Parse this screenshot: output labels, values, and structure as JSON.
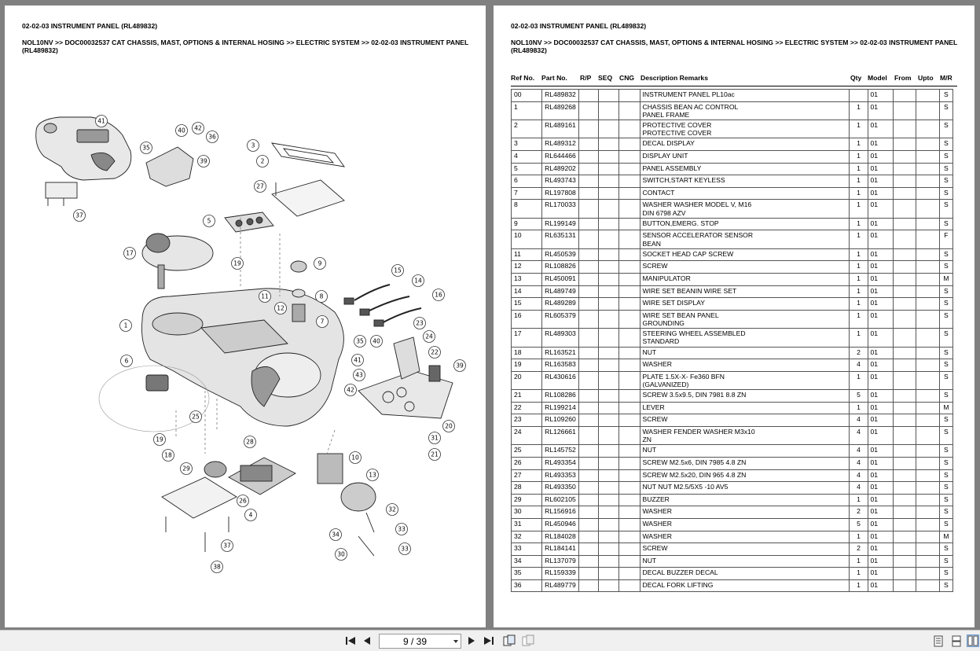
{
  "document": {
    "title": "02-02-03 INSTRUMENT PANEL (RL489832)",
    "breadcrumb": "NOL10NV >> DOC00032537 CAT CHASSIS, MAST, OPTIONS & INTERNAL HOSING >> ELECTRIC SYSTEM >> 02-02-03 INSTRUMENT PANEL (RL489832)"
  },
  "diagram": {
    "callouts": [
      "41",
      "40",
      "42",
      "36",
      "35",
      "39",
      "37",
      "3",
      "2",
      "27",
      "5",
      "17",
      "19",
      "9",
      "15",
      "14",
      "16",
      "11",
      "12",
      "8",
      "7",
      "1",
      "23",
      "24",
      "35",
      "40",
      "22",
      "41",
      "43",
      "39",
      "42",
      "6",
      "25",
      "20",
      "19",
      "18",
      "28",
      "31",
      "21",
      "10",
      "29",
      "26",
      "4",
      "13",
      "32",
      "37",
      "33",
      "34",
      "30",
      "33",
      "38"
    ]
  },
  "table": {
    "headers": {
      "ref": "Ref No.",
      "part": "Part No.",
      "rp": "R/P",
      "seq": "SEQ",
      "cng": "CNG",
      "desc": "Description Remarks",
      "qty": "Qty",
      "model": "Model",
      "from": "From",
      "upto": "Upto",
      "mr": "M/R"
    },
    "rows": [
      {
        "ref": "00",
        "part": "RL489832",
        "desc": "INSTRUMENT PANEL PL10ac",
        "qty": "",
        "model": "01",
        "mr": "S"
      },
      {
        "ref": "1",
        "part": "RL489268",
        "desc": "CHASSIS BEAN AC CONTROL\nPANEL FRAME",
        "qty": "1",
        "model": "01",
        "mr": "S"
      },
      {
        "ref": "2",
        "part": "RL489161",
        "desc": "PROTECTIVE COVER\nPROTECTIVE COVER",
        "qty": "1",
        "model": "01",
        "mr": "S"
      },
      {
        "ref": "3",
        "part": "RL489312",
        "desc": "DECAL DISPLAY",
        "qty": "1",
        "model": "01",
        "mr": "S"
      },
      {
        "ref": "4",
        "part": "RL644466",
        "desc": "DISPLAY UNIT",
        "qty": "1",
        "model": "01",
        "mr": "S"
      },
      {
        "ref": "5",
        "part": "RL489202",
        "desc": "PANEL ASSEMBLY",
        "qty": "1",
        "model": "01",
        "mr": "S"
      },
      {
        "ref": "6",
        "part": "RL493743",
        "desc": "SWITCH,START KEYLESS",
        "qty": "1",
        "model": "01",
        "mr": "S"
      },
      {
        "ref": "7",
        "part": "RL197808",
        "desc": "CONTACT",
        "qty": "1",
        "model": "01",
        "mr": "S"
      },
      {
        "ref": "8",
        "part": "RL170033",
        "desc": "WASHER WASHER MODEL V, M16\nDIN 6798 AZV",
        "qty": "1",
        "model": "01",
        "mr": "S"
      },
      {
        "ref": "9",
        "part": "RL199149",
        "desc": "BUTTON,EMERG. STOP",
        "qty": "1",
        "model": "01",
        "mr": "S"
      },
      {
        "ref": "10",
        "part": "RL635131",
        "desc": "SENSOR ACCELERATOR SENSOR\nBEAN",
        "qty": "1",
        "model": "01",
        "mr": "F"
      },
      {
        "ref": "11",
        "part": "RL450539",
        "desc": "SOCKET HEAD CAP SCREW",
        "qty": "1",
        "model": "01",
        "mr": "S"
      },
      {
        "ref": "12",
        "part": "RL108826",
        "desc": "SCREW",
        "qty": "1",
        "model": "01",
        "mr": "S"
      },
      {
        "ref": "13",
        "part": "RL450091",
        "desc": "MANIPULATOR",
        "qty": "1",
        "model": "01",
        "mr": "M"
      },
      {
        "ref": "14",
        "part": "RL489749",
        "desc": "WIRE SET BEANIN WIRE SET",
        "qty": "1",
        "model": "01",
        "mr": "S"
      },
      {
        "ref": "15",
        "part": "RL489289",
        "desc": "WIRE SET DISPLAY",
        "qty": "1",
        "model": "01",
        "mr": "S"
      },
      {
        "ref": "16",
        "part": "RL605379",
        "desc": "WIRE SET BEAN PANEL\nGROUNDING",
        "qty": "1",
        "model": "01",
        "mr": "S"
      },
      {
        "ref": "17",
        "part": "RL489303",
        "desc": "STEERING WHEEL ASSEMBLED\nSTANDARD",
        "qty": "1",
        "model": "01",
        "mr": "S"
      },
      {
        "ref": "18",
        "part": "RL163521",
        "desc": "NUT",
        "qty": "2",
        "model": "01",
        "mr": "S"
      },
      {
        "ref": "19",
        "part": "RL163583",
        "desc": "WASHER",
        "qty": "4",
        "model": "01",
        "mr": "S"
      },
      {
        "ref": "20",
        "part": "RL430616",
        "desc": "PLATE 1.5X-X- Fe360 BFN\n(GALVANIZED)",
        "qty": "1",
        "model": "01",
        "mr": "S"
      },
      {
        "ref": "21",
        "part": "RL108286",
        "desc": "SCREW 3.5x9.5, DIN 7981 8.8 ZN",
        "qty": "5",
        "model": "01",
        "mr": "S"
      },
      {
        "ref": "22",
        "part": "RL199214",
        "desc": "LEVER",
        "qty": "1",
        "model": "01",
        "mr": "M"
      },
      {
        "ref": "23",
        "part": "RL109260",
        "desc": "SCREW",
        "qty": "4",
        "model": "01",
        "mr": "S"
      },
      {
        "ref": "24",
        "part": "RL126661",
        "desc": "WASHER FENDER WASHER M3x10\nZN",
        "qty": "4",
        "model": "01",
        "mr": "S"
      },
      {
        "ref": "25",
        "part": "RL145752",
        "desc": "NUT",
        "qty": "4",
        "model": "01",
        "mr": "S"
      },
      {
        "ref": "26",
        "part": "RL493354",
        "desc": "SCREW M2.5x6, DIN 7985 4.8 ZN",
        "qty": "4",
        "model": "01",
        "mr": "S"
      },
      {
        "ref": "27",
        "part": "RL493353",
        "desc": "SCREW M2.5x20, DIN 965 4.8 ZN",
        "qty": "4",
        "model": "01",
        "mr": "S"
      },
      {
        "ref": "28",
        "part": "RL493350",
        "desc": "NUT NUT M2.5/5X5 -10 AV5",
        "qty": "4",
        "model": "01",
        "mr": "S"
      },
      {
        "ref": "29",
        "part": "RL602105",
        "desc": "BUZZER",
        "qty": "1",
        "model": "01",
        "mr": "S"
      },
      {
        "ref": "30",
        "part": "RL156916",
        "desc": "WASHER",
        "qty": "2",
        "model": "01",
        "mr": "S"
      },
      {
        "ref": "31",
        "part": "RL450946",
        "desc": "WASHER",
        "qty": "5",
        "model": "01",
        "mr": "S"
      },
      {
        "ref": "32",
        "part": "RL184028",
        "desc": "WASHER",
        "qty": "1",
        "model": "01",
        "mr": "M"
      },
      {
        "ref": "33",
        "part": "RL184141",
        "desc": "SCREW",
        "qty": "2",
        "model": "01",
        "mr": "S"
      },
      {
        "ref": "34",
        "part": "RL137079",
        "desc": "NUT",
        "qty": "1",
        "model": "01",
        "mr": "S"
      },
      {
        "ref": "35",
        "part": "RL159339",
        "desc": "DECAL BUZZER DECAL",
        "qty": "1",
        "model": "01",
        "mr": "S"
      },
      {
        "ref": "36",
        "part": "RL489779",
        "desc": "DECAL FORK LIFTING",
        "qty": "1",
        "model": "01",
        "mr": "S"
      }
    ]
  },
  "toolbar": {
    "page_indicator": "9 / 39",
    "icons": [
      "first-page-icon",
      "prev-page-icon",
      "next-page-icon",
      "last-page-icon",
      "fit-page-icon",
      "fit-width-icon",
      "single-page-view-icon",
      "continuous-view-icon",
      "two-page-view-icon"
    ]
  }
}
